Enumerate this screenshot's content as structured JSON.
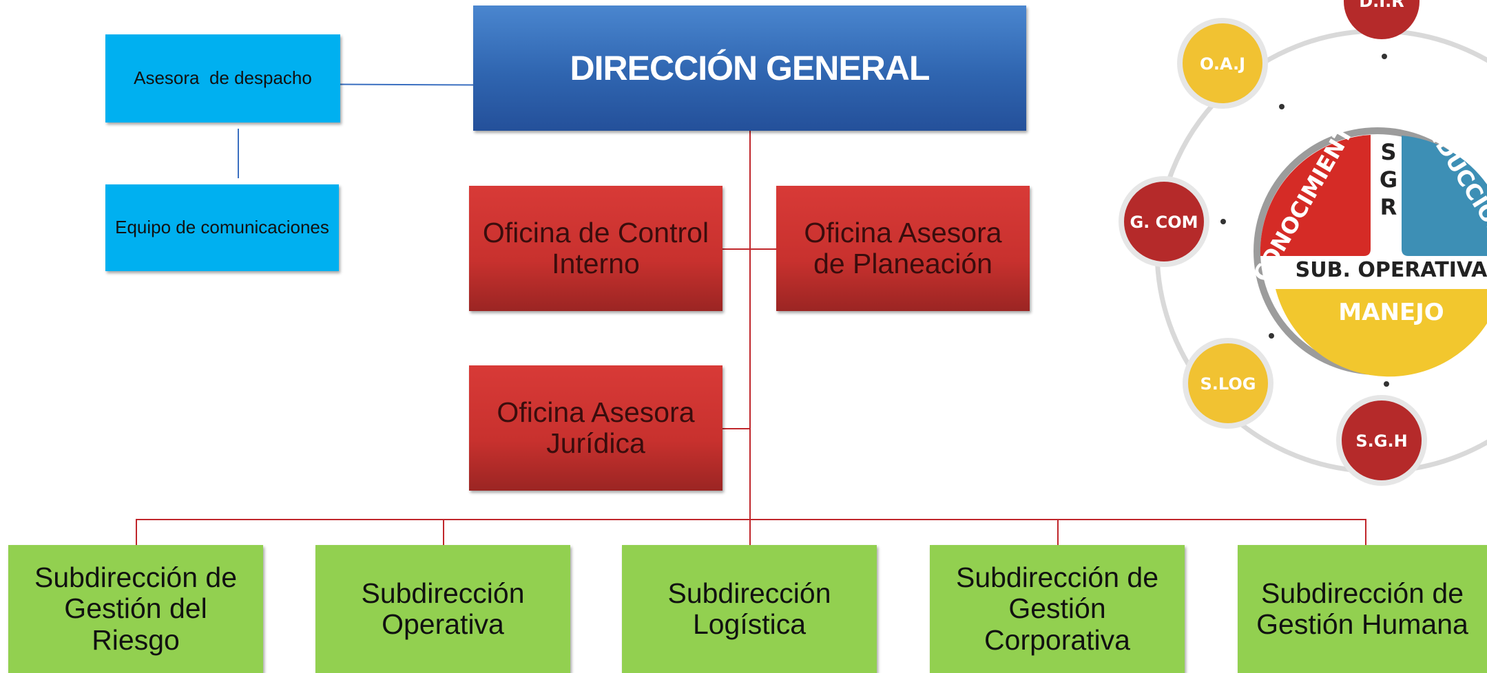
{
  "director": {
    "label": "DIRECCIÓN GENERAL"
  },
  "staff": {
    "asesora": "Asesora  de despacho",
    "comunicaciones": "Equipo de comunicaciones"
  },
  "offices": {
    "control_interno": "Oficina de Control Interno",
    "planeacion": "Oficina Asesora de Planeación",
    "juridica": "Oficina Asesora Jurídica"
  },
  "subdirecciones": [
    "Subdirección de Gestión del Riesgo",
    "Subdirección Operativa",
    "Subdirección Logística",
    "Subdirección de Gestión Corporativa",
    "Subdirección de Gestión Humana"
  ],
  "emblem": {
    "nodes": {
      "dir": "D.I.R",
      "oaj": "O.A.J",
      "gcom": "G. COM",
      "slog": "S.LOG",
      "sgh": "S.G.H"
    },
    "center_letters": [
      "S",
      "G",
      "R"
    ],
    "band": "SUB. OPERATIVA",
    "sectors": {
      "conocimiento": "CONOCIMIENTO",
      "reduccion": "REDUCCIÓN",
      "manejo": "MANEJO"
    },
    "colors": {
      "red": "#d52b26",
      "blue": "#3d8fb5",
      "yellow": "#f2c72e",
      "dark_red": "#b52a2a",
      "gold": "#f1c232"
    }
  }
}
